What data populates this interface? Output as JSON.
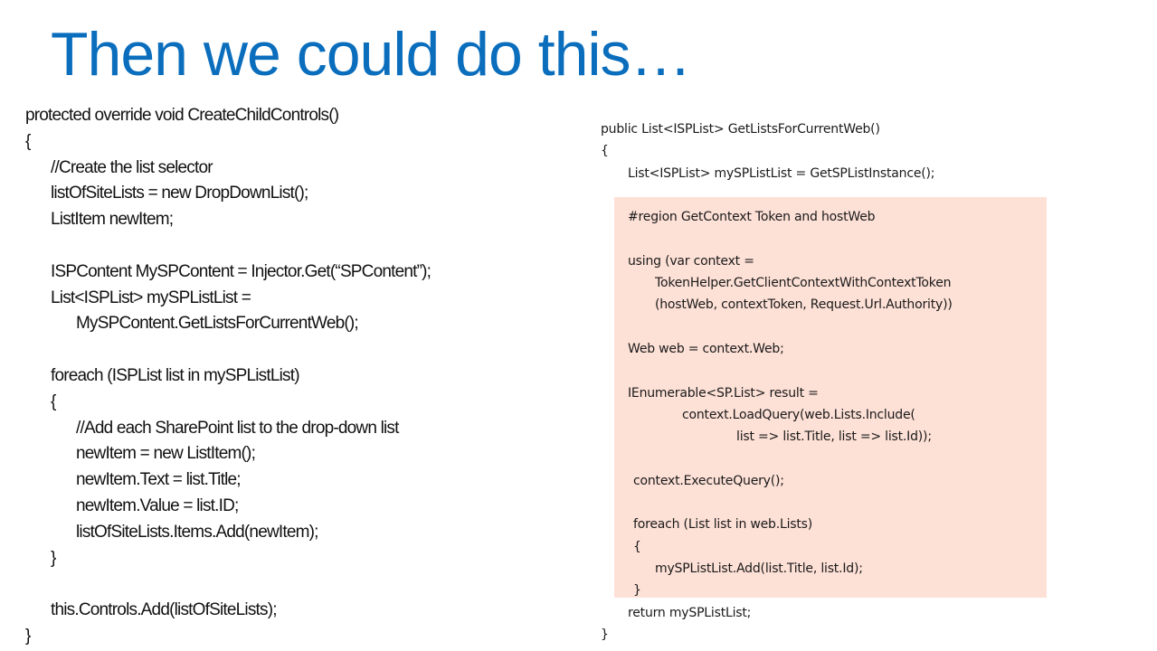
{
  "slide": {
    "title": "Then we could do this…"
  },
  "left_code": [
    {
      "indent": 0,
      "text": "protected override void CreateChildControls()"
    },
    {
      "indent": 0,
      "text": "{"
    },
    {
      "indent": 1,
      "text": "//Create the list selector"
    },
    {
      "indent": 1,
      "text": "listOfSiteLists = new DropDownList();"
    },
    {
      "indent": 1,
      "text": "ListItem newItem;"
    },
    {
      "indent": 1,
      "text": ""
    },
    {
      "indent": 1,
      "text": "ISPContent MySPContent = Injector.Get(“SPContent”);"
    },
    {
      "indent": 1,
      "text": "List<ISPList> mySPListList ="
    },
    {
      "indent": 2,
      "text": "MySPContent.GetListsForCurrentWeb();"
    },
    {
      "indent": 1,
      "text": ""
    },
    {
      "indent": 1,
      "text": "foreach (ISPList list in mySPListList)"
    },
    {
      "indent": 1,
      "text": "{"
    },
    {
      "indent": 2,
      "text": "//Add each SharePoint list to the drop-down list"
    },
    {
      "indent": 2,
      "text": "newItem = new ListItem();"
    },
    {
      "indent": 2,
      "text": "newItem.Text = list.Title;"
    },
    {
      "indent": 2,
      "text": "newItem.Value = list.ID;"
    },
    {
      "indent": 2,
      "text": "listOfSiteLists.Items.Add(newItem);"
    },
    {
      "indent": 1,
      "text": "}"
    },
    {
      "indent": 1,
      "text": ""
    },
    {
      "indent": 1,
      "text": "this.Controls.Add(listOfSiteLists);"
    },
    {
      "indent": 0,
      "text": "}"
    }
  ],
  "right_code": [
    {
      "indent": 0,
      "text": "public List<ISPList> GetListsForCurrentWeb()"
    },
    {
      "indent": 0,
      "text": "{"
    },
    {
      "indent": 1,
      "text": "List<ISPList> mySPListList = GetSPListInstance();"
    },
    {
      "indent": 1,
      "text": ""
    },
    {
      "indent": 1,
      "text": "#region GetContext Token and hostWeb"
    },
    {
      "indent": 1,
      "text": ""
    },
    {
      "indent": 1,
      "text": "using (var context ="
    },
    {
      "indent": 2,
      "text": "TokenHelper.GetClientContextWithContextToken"
    },
    {
      "indent": 2,
      "text": "(hostWeb, contextToken, Request.Url.Authority))"
    },
    {
      "indent": 1,
      "text": ""
    },
    {
      "indent": 1,
      "text": "Web web = context.Web;"
    },
    {
      "indent": 1,
      "text": ""
    },
    {
      "indent": 1,
      "text": "IEnumerable<SP.List> result ="
    },
    {
      "indent": 3,
      "text": "context.LoadQuery(web.Lists.Include("
    },
    {
      "indent": 5,
      "text": "list => list.Title, list => list.Id));"
    },
    {
      "indent": 1,
      "text": ""
    },
    {
      "indent": 1.2,
      "text": "context.ExecuteQuery();"
    },
    {
      "indent": 1,
      "text": ""
    },
    {
      "indent": 1.2,
      "text": "foreach (List list in web.Lists)"
    },
    {
      "indent": 1.2,
      "text": "{"
    },
    {
      "indent": 2,
      "text": "mySPListList.Add(list.Title, list.Id);"
    },
    {
      "indent": 1.2,
      "text": "}"
    },
    {
      "indent": 1,
      "text": "return mySPListList;"
    },
    {
      "indent": 0,
      "text": "}"
    }
  ],
  "colors": {
    "title": "#0a6ebd",
    "highlight_bg": "#fde0d6",
    "code_text": "#111111"
  }
}
